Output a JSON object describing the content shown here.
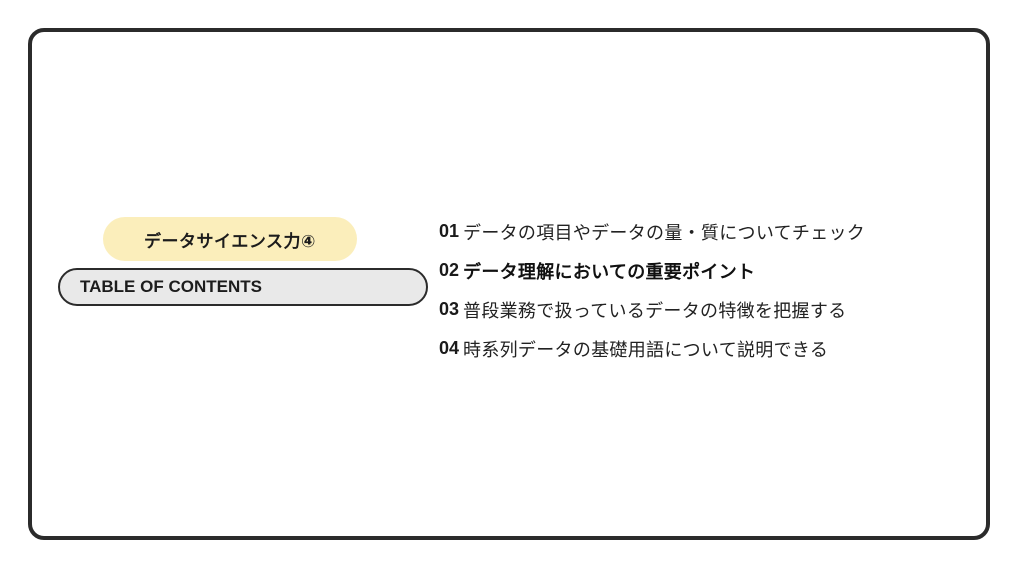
{
  "slide": {
    "category_label": "データサイエンス力④",
    "section_label": "TABLE OF CONTENTS",
    "toc_items": [
      {
        "number": "01",
        "text": "データの項目やデータの量・質についてチェック",
        "current": false
      },
      {
        "number": "02",
        "text": "データ理解においての重要ポイント",
        "current": true
      },
      {
        "number": "03",
        "text": "普段業務で扱っているデータの特徴を把握する",
        "current": false
      },
      {
        "number": "04",
        "text": "時系列データの基礎用語について説明できる",
        "current": false
      }
    ]
  },
  "colors": {
    "badge_background": "#fbeebb",
    "pill_background": "#e9e9e9",
    "frame_border": "#2b2b2b"
  }
}
